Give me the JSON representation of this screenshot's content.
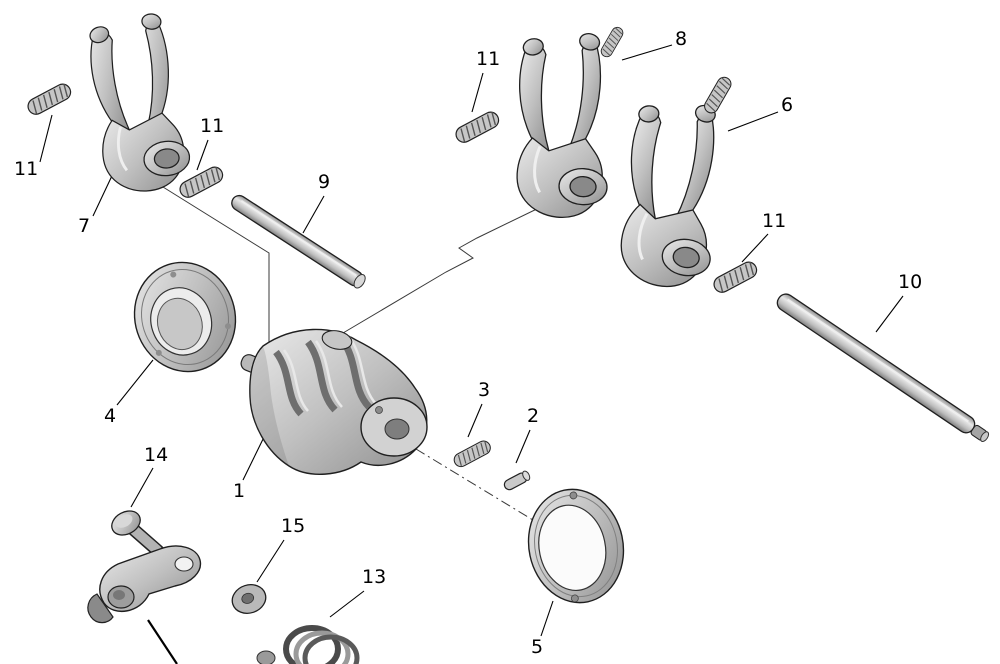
{
  "diagram": {
    "type": "exploded-parts-diagram",
    "subject": "gear-shift mechanism (shift drum, shift forks, shafts, springs, bearings)",
    "colors": {
      "background": "#ffffff",
      "outline": "#1f1f1f",
      "metal": "#c4c4c4"
    },
    "callouts": [
      {
        "part": "spring-pin-top-left",
        "label": "11"
      },
      {
        "part": "shift-fork-left",
        "label": "7"
      },
      {
        "part": "spring-pin-left",
        "label": "11"
      },
      {
        "part": "fork-shaft-short",
        "label": "9"
      },
      {
        "part": "spring-pin-center",
        "label": "11"
      },
      {
        "part": "shift-fork-center",
        "label": "8"
      },
      {
        "part": "shift-fork-right",
        "label": "6"
      },
      {
        "part": "spring-pin-right",
        "label": "11"
      },
      {
        "part": "fork-shaft-long",
        "label": "10"
      },
      {
        "part": "ball-bearing-left",
        "label": "4"
      },
      {
        "part": "shift-drum",
        "label": "1"
      },
      {
        "part": "detent-spring",
        "label": "3"
      },
      {
        "part": "detent-pin",
        "label": "2"
      },
      {
        "part": "bearing-retainer-right",
        "label": "5"
      },
      {
        "part": "pivot-pin",
        "label": "14"
      },
      {
        "part": "washer",
        "label": "15"
      },
      {
        "part": "return-spring",
        "label": "13"
      }
    ]
  }
}
